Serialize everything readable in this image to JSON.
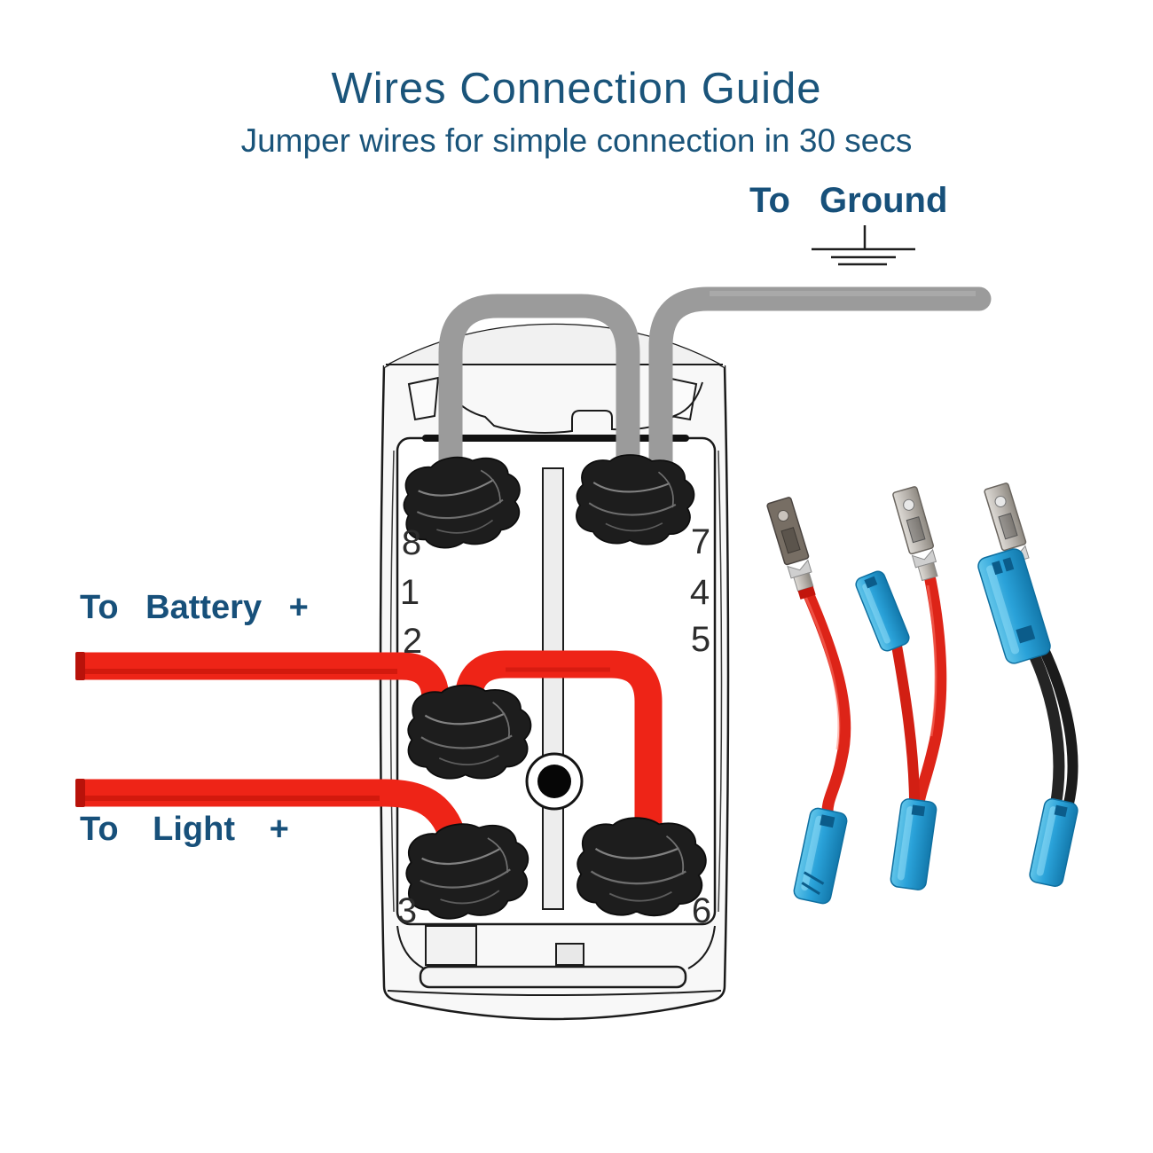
{
  "header": {
    "title": "Wires Connection Guide",
    "subtitle": "Jumper wires for simple connection in 30 secs"
  },
  "labels": {
    "ground": "To Ground",
    "battery": "To Battery +",
    "light": "To Light +"
  },
  "switch": {
    "terminals": {
      "t8": "8",
      "t1": "1",
      "t2": "2",
      "t3": "3",
      "t7": "7",
      "t4": "4",
      "t5": "5",
      "t6": "6"
    }
  },
  "colors": {
    "accent_text": "#1a547a",
    "wire_red": "#ee2417",
    "wire_red_dark": "#c0140a",
    "wire_gray": "#9b9b9b",
    "connector_blue": "#2aa2d9",
    "terminal_black": "#1d1d1d",
    "outline_black": "#1b1b1b"
  }
}
